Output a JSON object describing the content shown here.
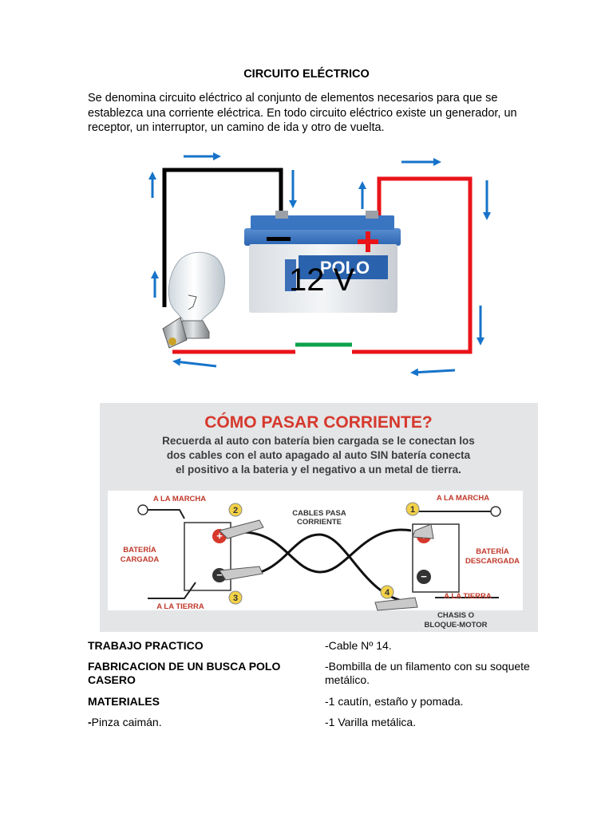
{
  "document": {
    "title": "CIRCUITO ELÉCTRICO",
    "intro": "Se denomina circuito eléctrico al conjunto de elementos necesarios para que se establezca una corriente eléctrica. En todo circuito eléctrico existe un generador, un receptor, un interruptor, un camino de ida y otro de vuelta."
  },
  "circuit": {
    "battery_label": "12 V",
    "battery_brand": "POLO",
    "negative_sign": "−",
    "positive_sign": "+",
    "wire_colors": {
      "negative": "#000000",
      "positive": "#e8141a",
      "switch": "#0ea14d",
      "arrow": "#1673c9"
    }
  },
  "jumpstart": {
    "title": "CÓMO PASAR CORRIENTE?",
    "instructions": [
      "Recuerda al auto con batería bien cargada se le conectan los",
      "dos cables con el auto apagado  al auto SIN batería conecta",
      "el positivo a la bateria y el negativo a un metal de tierra."
    ],
    "labels": {
      "left_top": "A LA MARCHA",
      "left_bottom": "A LA TIERRA",
      "left_battery_1": "BATERÍA",
      "left_battery_2": "CARGADA",
      "center_1": "CABLES PASA",
      "center_2": "CORRIENTE",
      "right_top": "A LA MARCHA",
      "right_bottom": "A LA TIERRA",
      "right_battery_1": "BATERÍA",
      "right_battery_2": "DESCARGADA",
      "chassis_1": "CHASIS O",
      "chassis_2": "BLOQUE-MOTOR"
    },
    "steps": [
      "1",
      "2",
      "3",
      "4"
    ]
  },
  "worksheet": {
    "left": [
      "TRABAJO PRACTICO",
      "FABRICACION DE UN BUSCA POLO CASERO",
      "MATERIALES",
      "Pinza caimán."
    ],
    "left_prefix": "-",
    "right": [
      "-Cable Nº 14.",
      "-Bombilla de un filamento con su soquete metálico.",
      "-1 cautín, estaño y pomada.",
      "-1 Varilla metálica."
    ]
  }
}
